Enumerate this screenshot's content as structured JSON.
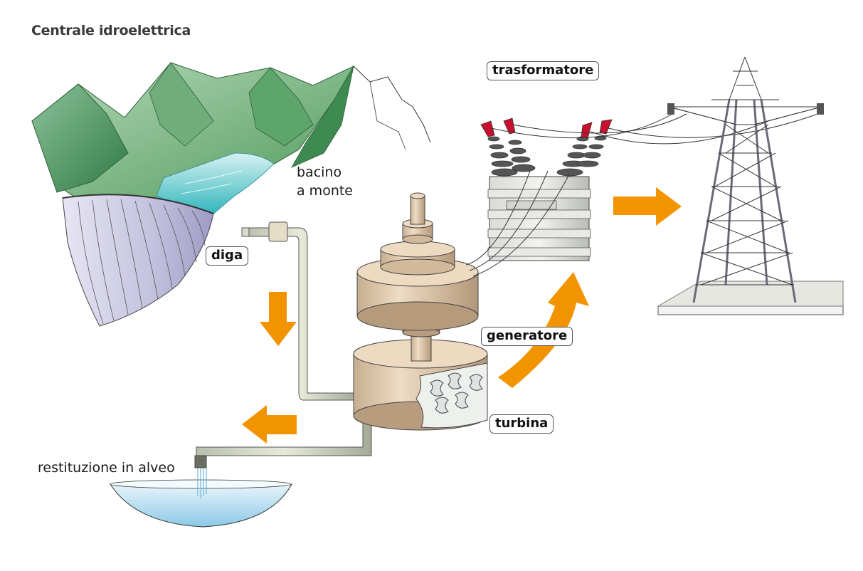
{
  "title": "Centrale idroelettrica",
  "labels": {
    "bacino_line1": "bacino",
    "bacino_line2": "a monte",
    "diga": "diga",
    "trasformatore": "trasformatore",
    "generatore": "generatore",
    "turbina": "turbina",
    "restituzione": "restituzione in alveo"
  },
  "colors": {
    "arrow": "#f29400",
    "mountain": "#7cb083",
    "water": "#37bcc2",
    "dam": "#c4c2dd",
    "machine": "#dcc5a8",
    "pylon": "#6a6a7a",
    "insulator_tip": "#c8102e"
  },
  "icons": [
    "mountain-icon",
    "dam-icon",
    "pipe-icon",
    "turbine-icon",
    "generator-icon",
    "transformer-icon",
    "pylon-icon",
    "arrow-icon",
    "river-basin-icon"
  ]
}
